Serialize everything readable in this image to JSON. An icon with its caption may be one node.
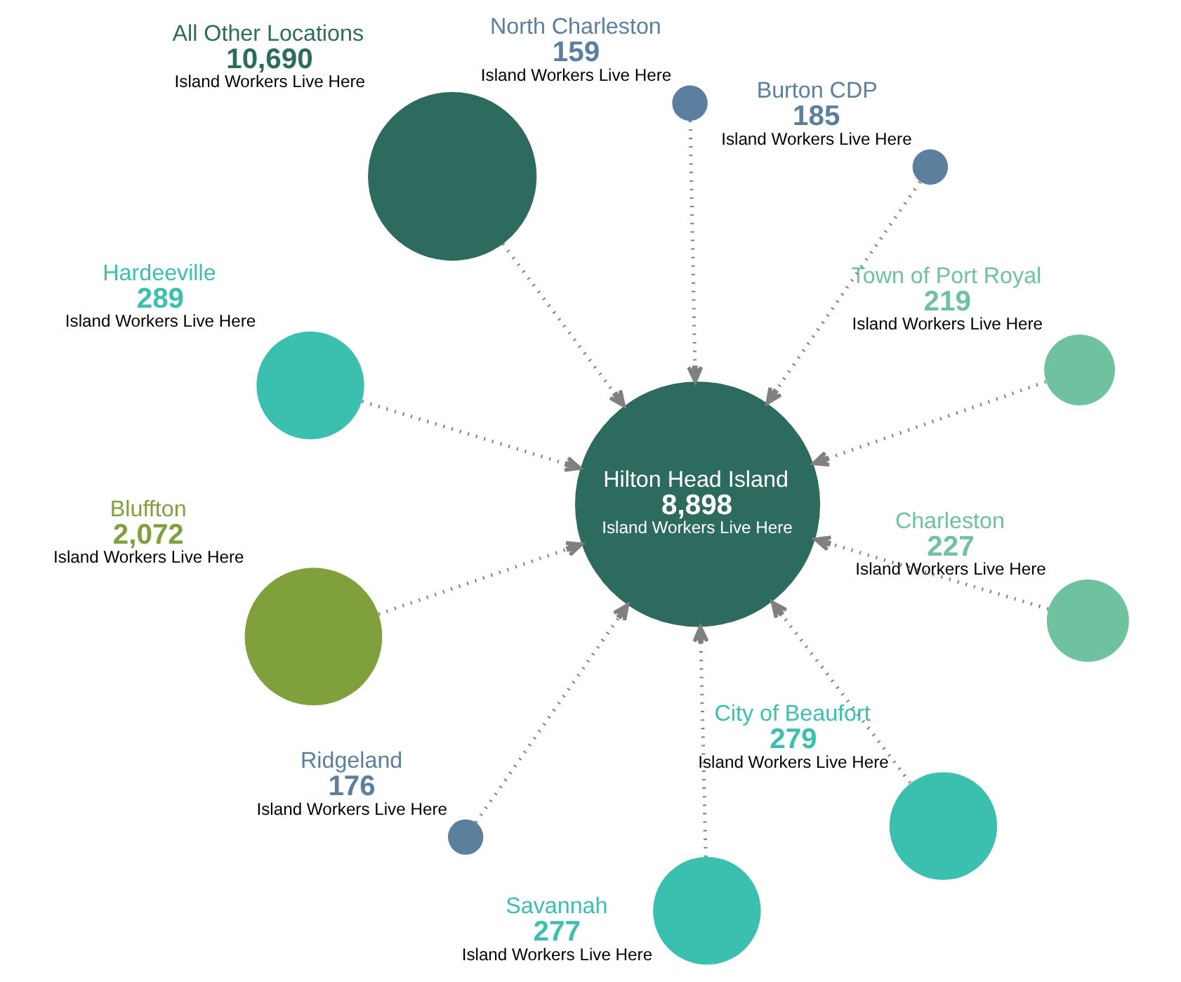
{
  "diagram": {
    "nodes": [
      {
        "text": [
          "Bluffton",
          "2,072",
          "Island Workers Live Here"
        ]
      },
      {
        "text": [
          "Town of Port Royal",
          "219",
          "Island Workers Live Here"
        ]
      },
      {
        "text": [
          "Ridgeland",
          "176",
          "Island Workers Live Here"
        ]
      },
      {
        "text": [
          "All Other Locations",
          "10,690",
          "Island Workers Live Here"
        ]
      },
      {
        "text": [
          "Burton CDP",
          "185",
          "Island Workers Live Here"
        ]
      },
      {
        "text": [
          "Hardeeville",
          "289",
          "Island Workers Live Here"
        ]
      },
      {
        "text": [
          "Hilton Head Island",
          "8,898",
          "Island Workers Live Here"
        ]
      },
      {
        "text": [
          "Charleston",
          "227",
          "Island Workers Live Here"
        ]
      },
      {
        "text": [
          "North Charleston",
          "159",
          "Island Workers Live Here"
        ]
      },
      {
        "text": [
          "Savannah",
          "277",
          "Island Workers Live Here"
        ]
      },
      {
        "text": [
          "City of Beaufort",
          "279",
          "Island Workers Live Here"
        ]
      }
    ],
    "edges": [
      {
        "from": 0,
        "to": 6,
        "arrow": "to"
      },
      {
        "from": 1,
        "to": 6,
        "arrow": "to"
      },
      {
        "from": 2,
        "to": 6,
        "arrow": "to"
      },
      {
        "from": 3,
        "to": 6,
        "arrow": "to"
      },
      {
        "from": 4,
        "to": 6,
        "arrow": "to"
      },
      {
        "from": 5,
        "to": 6,
        "arrow": "to"
      },
      {
        "from": 7,
        "to": 6,
        "arrow": "to"
      },
      {
        "from": 8,
        "to": 6,
        "arrow": "to"
      },
      {
        "from": 9,
        "to": 6,
        "arrow": "to"
      },
      {
        "from": 10,
        "to": 6,
        "arrow": "to"
      }
    ]
  }
}
